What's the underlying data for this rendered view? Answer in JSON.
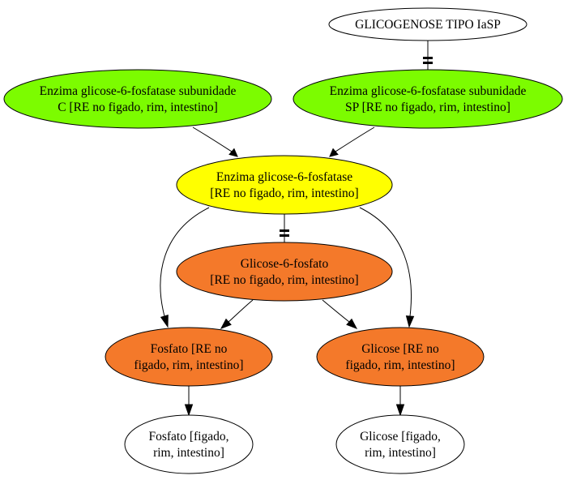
{
  "colors": {
    "green": "#7cfc00",
    "yellow": "#ffff00",
    "orange": "#f4792a",
    "white": "#ffffff",
    "stroke": "#000000"
  },
  "nodes": {
    "glicogenose": {
      "lines": [
        "GLICOGENOSE TIPO IaSP"
      ],
      "fill": "white"
    },
    "subunit_c": {
      "lines": [
        "Enzima glicose-6-fosfatase subunidade",
        "C [RE no figado, rim, intestino]"
      ],
      "fill": "green"
    },
    "subunit_sp": {
      "lines": [
        "Enzima glicose-6-fosfatase subunidade",
        "SP [RE no figado, rim, intestino]"
      ],
      "fill": "green"
    },
    "enzyme": {
      "lines": [
        "Enzima glicose-6-fosfatase",
        "[RE no figado, rim, intestino]"
      ],
      "fill": "yellow"
    },
    "g6p": {
      "lines": [
        "Glicose-6-fosfato",
        "[RE no figado, rim, intestino]"
      ],
      "fill": "orange"
    },
    "fosfato_re": {
      "lines": [
        "Fosfato [RE no",
        "figado, rim, intestino]"
      ],
      "fill": "orange"
    },
    "glicose_re": {
      "lines": [
        "Glicose [RE no",
        "figado, rim, intestino]"
      ],
      "fill": "orange"
    },
    "fosfato_out": {
      "lines": [
        "Fosfato [figado,",
        "rim, intestino]"
      ],
      "fill": "white"
    },
    "glicose_out": {
      "lines": [
        "Glicose [figado,",
        "rim, intestino]"
      ],
      "fill": "white"
    }
  },
  "edges": [
    {
      "from": "glicogenose",
      "to": "subunit_sp",
      "type": "inhibit"
    },
    {
      "from": "subunit_c",
      "to": "enzyme",
      "type": "arrow"
    },
    {
      "from": "subunit_sp",
      "to": "enzyme",
      "type": "arrow"
    },
    {
      "from": "enzyme",
      "to": "g6p",
      "type": "inhibit"
    },
    {
      "from": "enzyme",
      "to": "fosfato_re",
      "type": "arrow"
    },
    {
      "from": "enzyme",
      "to": "glicose_re",
      "type": "arrow"
    },
    {
      "from": "g6p",
      "to": "fosfato_re",
      "type": "arrow"
    },
    {
      "from": "g6p",
      "to": "glicose_re",
      "type": "arrow"
    },
    {
      "from": "fosfato_re",
      "to": "fosfato_out",
      "type": "arrow"
    },
    {
      "from": "glicose_re",
      "to": "glicose_out",
      "type": "arrow"
    }
  ]
}
